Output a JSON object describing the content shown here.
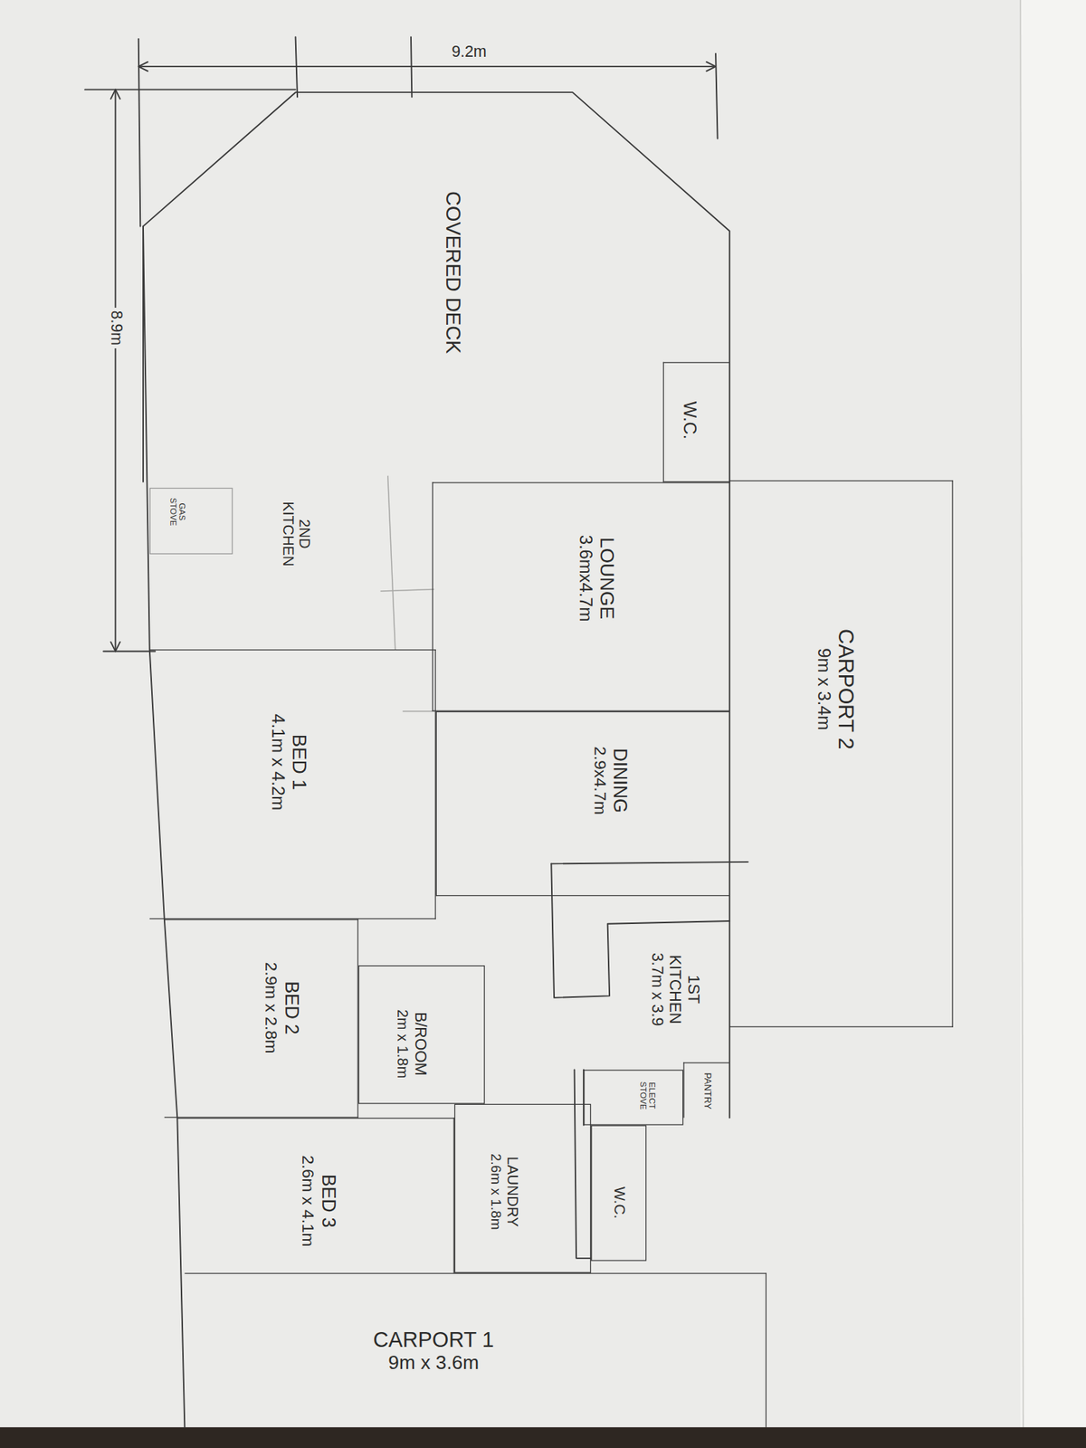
{
  "diagram": {
    "nodes": [
      {
        "text": [
          "COVERED DECK"
        ]
      },
      {
        "text": [
          "W.C."
        ]
      },
      {
        "text": [
          "LOUNGE",
          "3.6mx4.7m"
        ]
      },
      {
        "text": [
          "CARPORT 2",
          "9m x 3.4m"
        ]
      },
      {
        "text": [
          "2ND KITCHEN"
        ]
      },
      {
        "text": [
          "GAS STOVE"
        ],
        "in": 4
      },
      {
        "text": [
          "DINING",
          "2.9x4.7m"
        ]
      },
      {
        "text": [
          "BED 1",
          "4.1m x 4.2m"
        ]
      },
      {
        "text": [
          "1ST KITCHEN",
          "3.7m x 3.9"
        ]
      },
      {
        "text": [
          "PANTRY"
        ],
        "in": 8
      },
      {
        "text": [
          "ELECT STOVE"
        ]
      },
      {
        "text": [
          "W.C."
        ]
      },
      {
        "text": [
          "BED 2",
          "2.9m x 2.8m"
        ]
      },
      {
        "text": [
          "B/ROOM",
          "2m x 1.8m"
        ]
      },
      {
        "text": [
          "BED 3",
          "2.6m x 4.1m"
        ]
      },
      {
        "text": [
          "LAUNDRY",
          "2.6m x 1.8m"
        ]
      },
      {
        "text": [
          "CARPORT 1",
          "9m x 3.6m"
        ]
      }
    ],
    "labels": [
      "9.2m",
      "8.9m"
    ]
  }
}
